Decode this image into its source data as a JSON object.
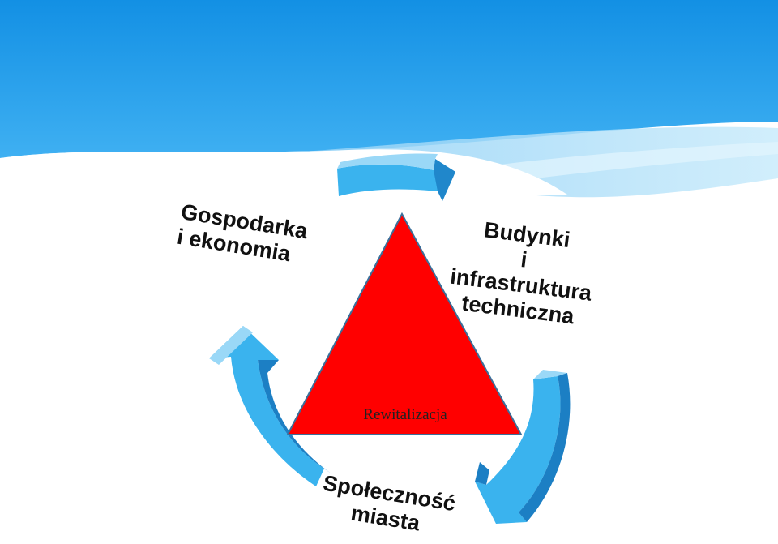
{
  "diagram": {
    "center_label": "Rewitalizacja",
    "nodes": [
      {
        "id": "economy",
        "lines": [
          "Gospodarka",
          "i ekonomia"
        ]
      },
      {
        "id": "buildings",
        "lines": [
          "Budynki",
          "i",
          "infrastruktura",
          "techniczna"
        ]
      },
      {
        "id": "society",
        "lines": [
          "Społeczność",
          "miasta"
        ]
      }
    ]
  },
  "colors": {
    "header_blue": "#1a97e8",
    "arrow_blue": "#3ab3ee",
    "arrow_dark": "#1c7fc4",
    "triangle_red": "#ff0000",
    "triangle_edge": "#3a6f9a"
  }
}
